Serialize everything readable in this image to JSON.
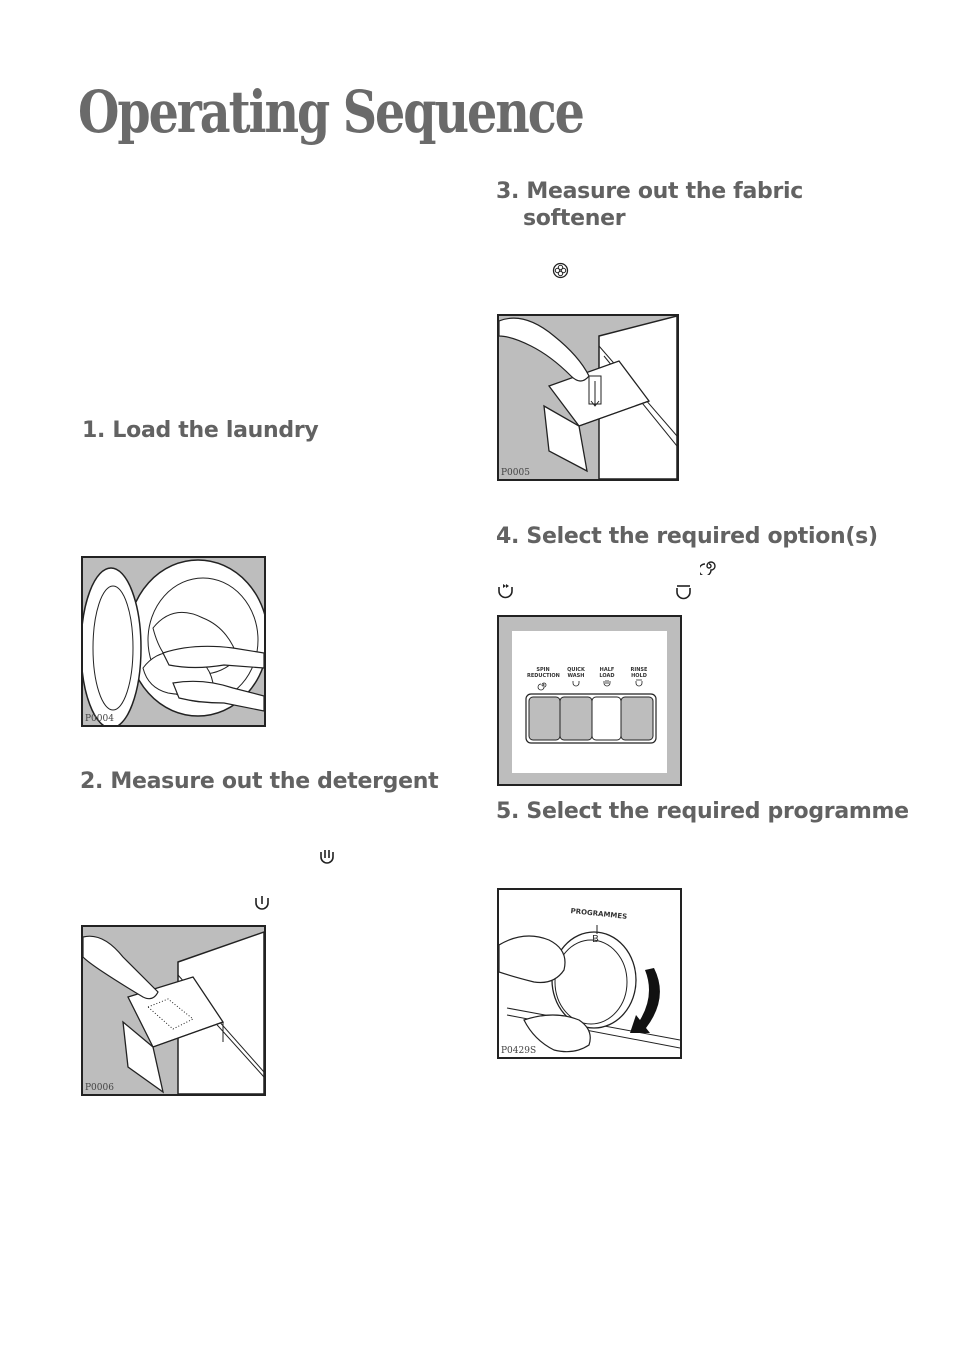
{
  "page": {
    "title": "Operating Sequence"
  },
  "sections": [
    {
      "id": "load",
      "heading": "1. Load the laundry",
      "figure_code": "P0004"
    },
    {
      "id": "detergent",
      "heading": "2. Measure out the detergent",
      "figure_code": "P0006"
    },
    {
      "id": "softener",
      "heading_line1": "3. Measure out the fabric",
      "heading_line2": "softener",
      "figure_code": "P0005"
    },
    {
      "id": "options",
      "heading": "4. Select the required option(s)"
    },
    {
      "id": "programme",
      "heading": "5. Select the required programme",
      "figure_code": "P0429S"
    }
  ],
  "option_panel": {
    "labels": [
      {
        "line1": "SPIN",
        "line2": "REDUCTION"
      },
      {
        "line1": "QUICK",
        "line2": "WASH"
      },
      {
        "line1": "HALF",
        "line2": "LOAD"
      },
      {
        "line1": "RINSE",
        "line2": "HOLD"
      }
    ]
  },
  "programme_dial": {
    "label": "PROGRAMMES",
    "position": "B"
  },
  "icons": {
    "softener_icon": "flower-icon",
    "main_wash_icon": "main-wash-icon",
    "prewash_icon": "prewash-icon",
    "spin_reduction_icon": "spiral-icon",
    "quick_wash_icon": "quick-wash-icon",
    "rinse_hold_icon": "rinse-hold-icon"
  },
  "colors": {
    "heading_gray": "#626262",
    "figure_gray": "#bdbdbd"
  }
}
